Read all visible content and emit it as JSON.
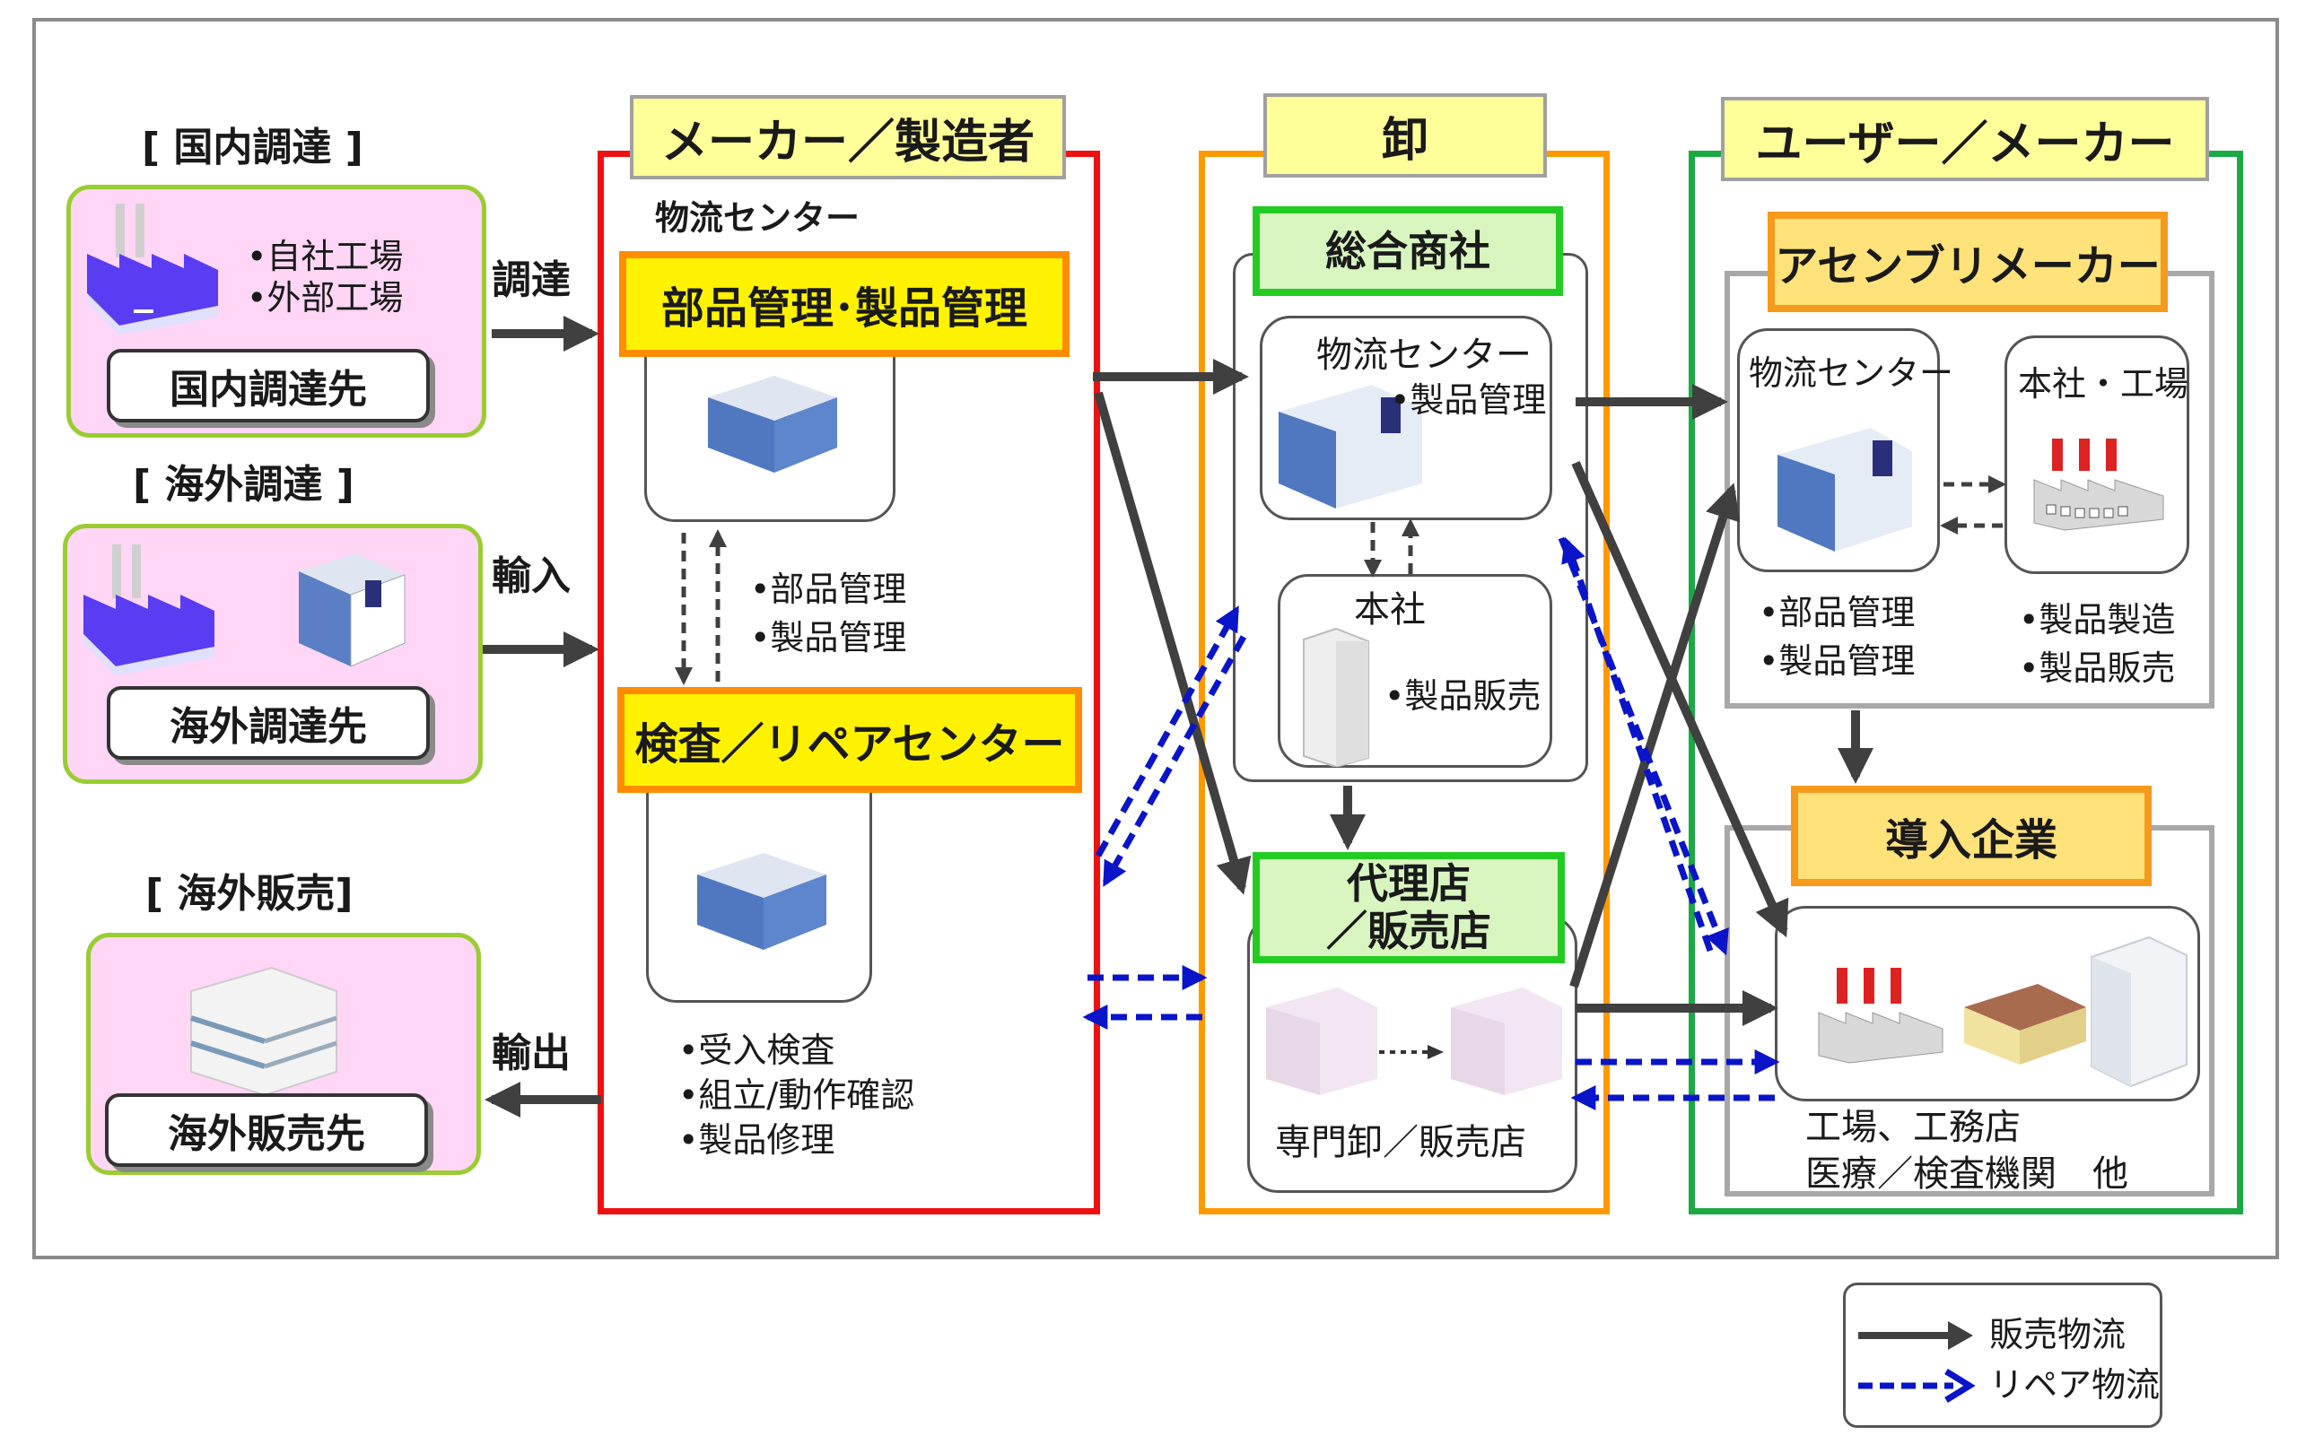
{
  "sources": {
    "domestic": {
      "header": "[ 国内調達 ]",
      "bullet1": "•自社工場",
      "bullet2": "•外部工場",
      "label": "国内調達先",
      "arrow_label": "調達"
    },
    "overseas": {
      "header": "[ 海外調達 ]",
      "label": "海外調達先",
      "arrow_label": "輸入"
    },
    "overseas_sales": {
      "header": "[ 海外販売]",
      "label": "海外販売先",
      "arrow_label": "輸出"
    }
  },
  "maker": {
    "title": "メーカー／製造者",
    "logistics_label": "物流センター",
    "parts_box": "部品管理･製品管理",
    "note1": "•部品管理",
    "note2": "•製品管理",
    "repair_box": "検査／リペアセンター",
    "repair_note1": "•受入検査",
    "repair_note2": "•組立/動作確認",
    "repair_note3": "•製品修理"
  },
  "wholesale": {
    "title": "卸",
    "trading": "総合商社",
    "logistics_label": "物流センター",
    "logistics_note": "•製品管理",
    "hq_label": "本社",
    "hq_note": "•製品販売",
    "agency": "代理店\n／販売店",
    "agency_line1": "代理店",
    "agency_line2": "／販売店",
    "specialty": "専門卸／販売店"
  },
  "user": {
    "title": "ユーザー／メーカー",
    "assembly": "アセンブリメーカー",
    "logistics_label": "物流センター",
    "hq_factory": "本社・工場",
    "note_a1": "•部品管理",
    "note_a2": "•製品管理",
    "note_b1": "•製品製造",
    "note_b2": "•製品販売",
    "adopter": "導入企業",
    "adopter_line1": "工場、工務店",
    "adopter_line2": "医療／検査機関　他"
  },
  "legend": {
    "sales": "販売物流",
    "repair": "リペア物流"
  },
  "colors": {
    "source_fill": "#ffd6f5",
    "source_border": "#9acd32",
    "maker_border": "#ee1111",
    "wholesale_border": "#ff9900",
    "user_border": "#1aaa44",
    "sales_arrow": "#404040",
    "repair_arrow": "#0a14c8"
  }
}
